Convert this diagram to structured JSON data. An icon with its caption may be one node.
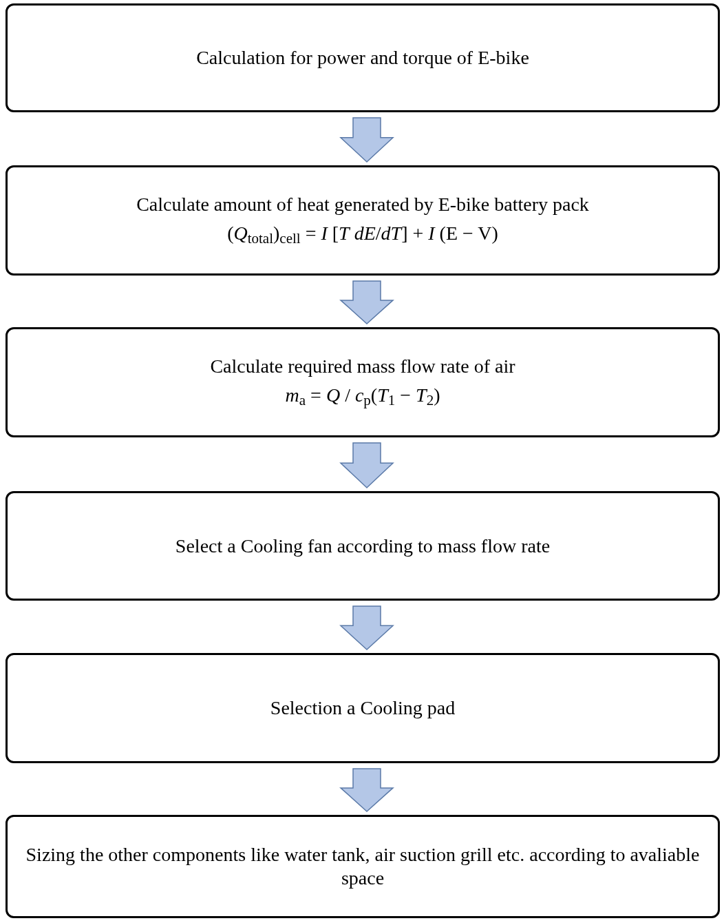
{
  "diagram": {
    "nodes": [
      {
        "text": [
          "Calculation for power and torque of E-bike"
        ]
      },
      {
        "text": [
          "Calculate amount of heat generated by E-bike battery pack",
          "(*Q*$_{total}$)$_{cell}$ = *I* [*T* *dE*/*dT*] + *I* (E − V)"
        ]
      },
      {
        "text": [
          "Calculate required mass flow rate of air",
          "*m*$_{a}$ = *Q* / *c*$_{p}$(*T*$_{1}$ − *T*$_{2}$)"
        ]
      },
      {
        "text": [
          "Select a Cooling fan according to mass flow rate"
        ]
      },
      {
        "text": [
          "Selection a Cooling pad"
        ]
      },
      {
        "text": [
          "Sizing the other components like water tank, air suction grill etc. according to avaliable space"
        ]
      }
    ],
    "edges": [
      {
        "from": 0,
        "to": 1,
        "arrow": "to"
      },
      {
        "from": 1,
        "to": 2,
        "arrow": "to"
      },
      {
        "from": 2,
        "to": 3,
        "arrow": "to"
      },
      {
        "from": 3,
        "to": 4,
        "arrow": "to"
      },
      {
        "from": 4,
        "to": 5,
        "arrow": "to"
      }
    ]
  }
}
